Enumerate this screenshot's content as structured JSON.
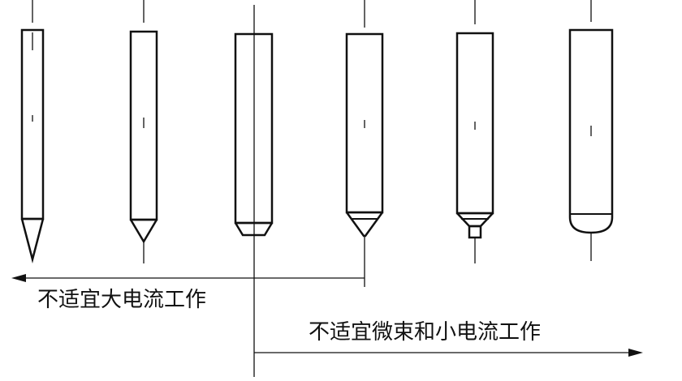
{
  "diagram": {
    "electrodes": [
      {
        "tip": "sharp-point"
      },
      {
        "tip": "blunt-cone"
      },
      {
        "tip": "flat-chamfer"
      },
      {
        "tip": "cone-with-flat"
      },
      {
        "tip": "stepped-flat"
      },
      {
        "tip": "rounded"
      }
    ],
    "labels": {
      "not_suitable_high_current": "不适宜大电流工作",
      "not_suitable_microbeam_low_current": "不适宜微束和小电流工作"
    },
    "colors": {
      "line": "#111111",
      "background": "#ffffff"
    }
  }
}
